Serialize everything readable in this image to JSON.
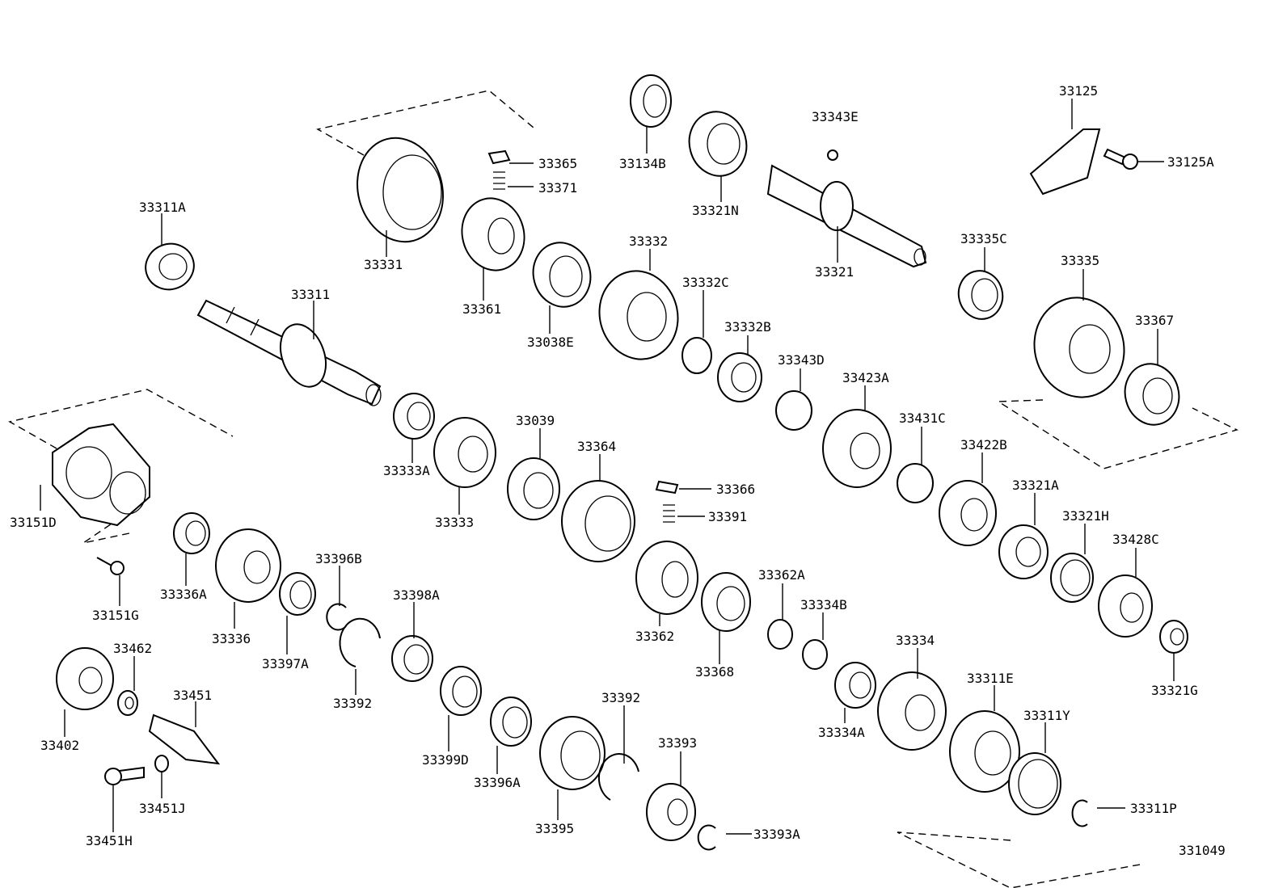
{
  "diagram_id": "331049",
  "labels": {
    "p33311A": "33311A",
    "p33311": "33311",
    "p33331": "33331",
    "p33365": "33365",
    "p33371": "33371",
    "p33361": "33361",
    "p33038E": "33038E",
    "p33134B": "33134B",
    "p33321N": "33321N",
    "p33343E": "33343E",
    "p33321": "33321",
    "p33125": "33125",
    "p33125A": "33125A",
    "p33335C": "33335C",
    "p33335": "33335",
    "p33367": "33367",
    "p33332": "33332",
    "p33332C": "33332C",
    "p33332B": "33332B",
    "p33343D": "33343D",
    "p33423A": "33423A",
    "p33431C": "33431C",
    "p33422B": "33422B",
    "p33321A": "33321A",
    "p33321H": "33321H",
    "p33428C": "33428C",
    "p33321G": "33321G",
    "p33333A": "33333A",
    "p33333": "33333",
    "p33039": "33039",
    "p33364": "33364",
    "p33366": "33366",
    "p33391": "33391",
    "p33362": "33362",
    "p33362A": "33362A",
    "p33368": "33368",
    "p33334B": "33334B",
    "p33334": "33334",
    "p33334A": "33334A",
    "p33311E": "33311E",
    "p33311Y": "33311Y",
    "p33311P": "33311P",
    "p33151D": "33151D",
    "p33151G": "33151G",
    "p33336A": "33336A",
    "p33336": "33336",
    "p33397A": "33397A",
    "p33396B": "33396B",
    "p33392a": "33392",
    "p33398A": "33398A",
    "p33399D": "33399D",
    "p33396A": "33396A",
    "p33395": "33395",
    "p33392b": "33392",
    "p33393": "33393",
    "p33393A": "33393A",
    "p33402": "33402",
    "p33462": "33462",
    "p33451": "33451",
    "p33451J": "33451J",
    "p33451H": "33451H"
  }
}
